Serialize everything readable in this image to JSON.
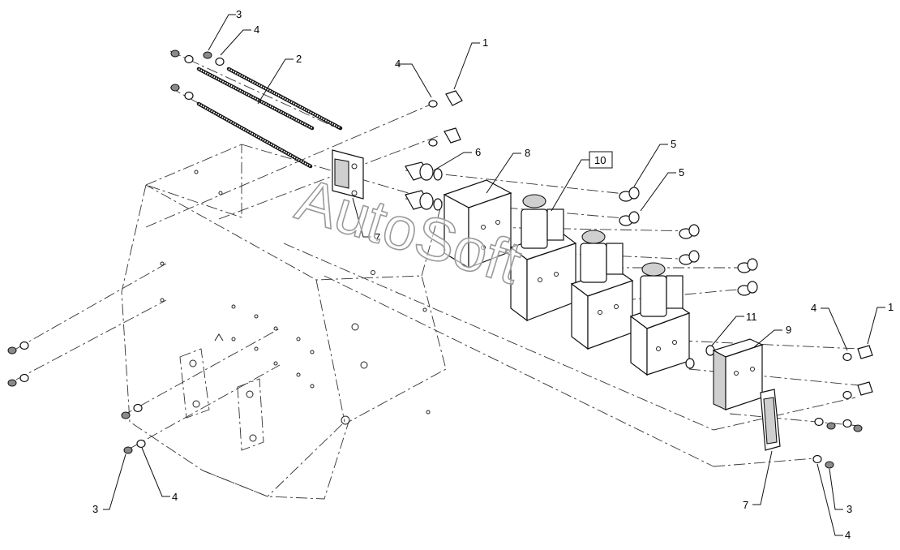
{
  "watermark": "AutoSoft",
  "callouts": [
    {
      "id": "c3-tl",
      "label": "3"
    },
    {
      "id": "c4-tl",
      "label": "4"
    },
    {
      "id": "c2",
      "label": "2"
    },
    {
      "id": "c4-mid",
      "label": "4"
    },
    {
      "id": "c1-top",
      "label": "1"
    },
    {
      "id": "c6",
      "label": "6"
    },
    {
      "id": "c8",
      "label": "8"
    },
    {
      "id": "c10",
      "label": "10",
      "boxed": true
    },
    {
      "id": "c5-a",
      "label": "5"
    },
    {
      "id": "c5-b",
      "label": "5"
    },
    {
      "id": "c7-left",
      "label": "7"
    },
    {
      "id": "c11",
      "label": "11"
    },
    {
      "id": "c9",
      "label": "9"
    },
    {
      "id": "c4-right",
      "label": "4"
    },
    {
      "id": "c1-right",
      "label": "1"
    },
    {
      "id": "c7-right",
      "label": "7"
    },
    {
      "id": "c3-right",
      "label": "3"
    },
    {
      "id": "c4-br",
      "label": "4"
    },
    {
      "id": "c3-bl",
      "label": "3"
    },
    {
      "id": "c4-bl",
      "label": "4"
    }
  ]
}
